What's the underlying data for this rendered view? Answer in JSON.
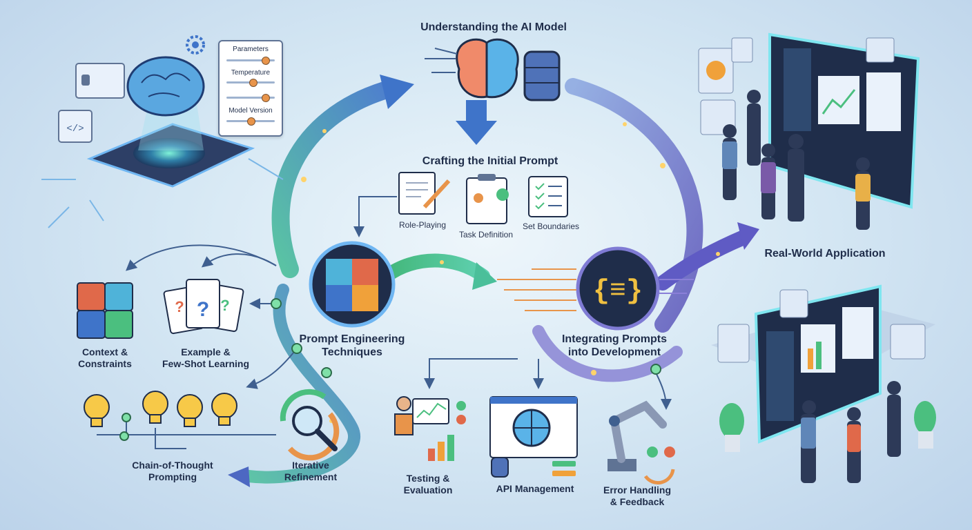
{
  "stages": {
    "understanding": "Understanding the AI Model",
    "crafting": "Crafting the Initial Prompt",
    "techniques": "Prompt Engineering\nTechniques",
    "integrating": "Integrating Prompts\ninto Development",
    "real_world": "Real-World Application"
  },
  "crafting_items": [
    "Role-Playing",
    "Task Definition",
    "Set Boundaries"
  ],
  "technique_items": [
    "Context &\nConstraints",
    "Example &\nFew-Shot Learning",
    "Chain-of-Thought\nPrompting",
    "Iterative\nRefinement"
  ],
  "development_items": [
    "Testing &\nEvaluation",
    "API Management",
    "Error Handling\n& Feedback"
  ],
  "model_panel": {
    "parameters": "Parameters",
    "temperature": "Temperature",
    "model_version": "Model Version",
    "levels": [
      0.85,
      0.55,
      0.85,
      0.5
    ]
  },
  "colors": {
    "text": "#1f2d4a",
    "arrow_blue": "#3f74c9",
    "arrow_green": "#4bbf7f",
    "arrow_purple": "#6d64c4",
    "accent_orange": "#e8944a"
  }
}
